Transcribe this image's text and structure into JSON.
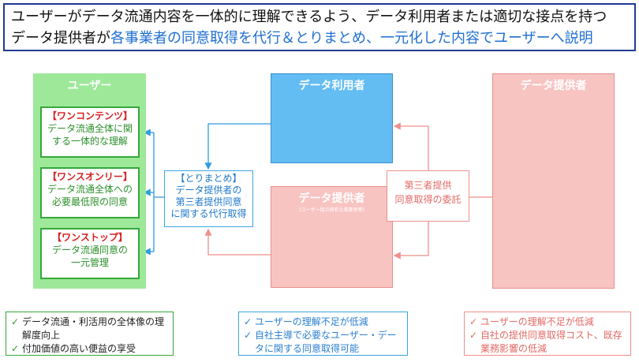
{
  "header": {
    "line1": "ユーザーがデータ流通内容を一体的に理解できるよう、データ利用者または適切な接点を持つ",
    "line2_plain": "データ提供者が",
    "line2_highlight": "各事業者の同意取得を代行＆とりまとめ、一元化した内容でユーザーへ説明"
  },
  "user_column": {
    "title": "ユーザー",
    "cards": [
      {
        "title": "【ワンコンテンツ】",
        "line1": "データ流通全体に関",
        "line2": "する一体的な理解"
      },
      {
        "title": "【ワンスオンリー】",
        "line1": "データ流通全体への",
        "line2": "必要最低限の同意"
      },
      {
        "title": "【ワンストップ】",
        "line1": "データ流通同意の",
        "line2": "一元管理"
      }
    ]
  },
  "data_user": {
    "title": "データ利用者"
  },
  "data_provider_mid": {
    "title": "データ提供者",
    "subtitle": "(ユーザー接点保有な事業者等)"
  },
  "data_provider_right": {
    "title": "データ提供者"
  },
  "consolidation_box": {
    "line1": "【とりまとめ】",
    "line2": "データ提供者の",
    "line3": "第三者提供同意",
    "line4": "に関する代行取得"
  },
  "consignment_box": {
    "line1": "第三者提供",
    "line2": "同意取得の委託"
  },
  "benefits": {
    "check": "✓",
    "user": [
      "データ流通・利活用の全体像の理解度向上",
      "付加価値の高い便益の享受"
    ],
    "data_user": [
      "ユーザーの理解不足が低減",
      "自社主導で必要なユーザー・データに関する同意取得可能"
    ],
    "data_provider": [
      "ユーザーの理解不足が低減",
      "自社の提供同意取得コスト、既存業務影響の低減"
    ]
  },
  "colors": {
    "green": "#35a83a",
    "blue": "#39a6e0",
    "red": "#ef8f8b",
    "header_border": "#1f3a93",
    "highlight": "#1e6fd0"
  }
}
